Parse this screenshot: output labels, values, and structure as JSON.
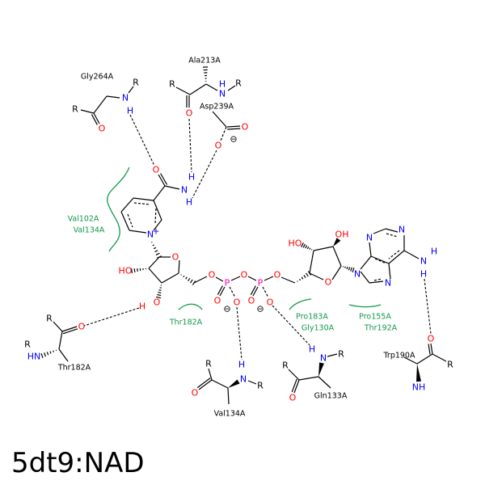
{
  "title": "5dt9:NAD",
  "colors": {
    "carbon": "#000000",
    "oxygen": "#ff0000",
    "nitrogen": "#0000ff",
    "phosphorus": "#ff00aa",
    "hydrophobic": "#129a4a"
  },
  "residues": [
    "Gly264A",
    "Ala213A",
    "Asp239A",
    "Thr182A",
    "Val134A",
    "Gln133A",
    "Trp190A"
  ],
  "hydrophobic_labels": [
    "Val102A",
    "Val134A",
    "Thr182A",
    "Pro183A",
    "Gly130A",
    "Pro155A",
    "Thr192A"
  ],
  "atoms": [
    {
      "s": "R",
      "e": "C"
    },
    {
      "s": "N",
      "e": "N"
    },
    {
      "s": "H",
      "e": "N"
    },
    {
      "s": "R",
      "e": "C"
    },
    {
      "s": "O",
      "e": "O"
    },
    {
      "s": "R",
      "e": "C"
    },
    {
      "s": "H",
      "e": "N"
    },
    {
      "s": "N",
      "e": "N"
    },
    {
      "s": "R",
      "e": "C"
    },
    {
      "s": "O",
      "e": "O"
    },
    {
      "s": "O",
      "e": "O"
    },
    {
      "s": "O",
      "e": "O"
    },
    {
      "s": "⊖",
      "e": "C"
    },
    {
      "s": "O",
      "e": "O"
    },
    {
      "s": "N",
      "e": "N"
    },
    {
      "s": "H",
      "e": "N"
    },
    {
      "s": "H",
      "e": "N"
    },
    {
      "s": "N",
      "e": "N"
    },
    {
      "s": "+",
      "e": "N"
    },
    {
      "s": "O",
      "e": "O"
    },
    {
      "s": "HO",
      "e": "O"
    },
    {
      "s": "O",
      "e": "O"
    },
    {
      "s": "H",
      "e": "O"
    },
    {
      "s": "O",
      "e": "O"
    },
    {
      "s": "P",
      "e": "P"
    },
    {
      "s": "O",
      "e": "O"
    },
    {
      "s": "P",
      "e": "P"
    },
    {
      "s": "O",
      "e": "O"
    },
    {
      "s": "O",
      "e": "O"
    },
    {
      "s": "O",
      "e": "O"
    },
    {
      "s": "⊖",
      "e": "C"
    },
    {
      "s": "O",
      "e": "O"
    },
    {
      "s": "O",
      "e": "O"
    },
    {
      "s": "⊖",
      "e": "C"
    },
    {
      "s": "O",
      "e": "O"
    },
    {
      "s": "HO",
      "e": "O"
    },
    {
      "s": "OH",
      "e": "O"
    },
    {
      "s": "N",
      "e": "N"
    },
    {
      "s": "N",
      "e": "N"
    },
    {
      "s": "N",
      "e": "N"
    },
    {
      "s": "N",
      "e": "N"
    },
    {
      "s": "N",
      "e": "N"
    },
    {
      "s": "H",
      "e": "N"
    },
    {
      "s": "H",
      "e": "N"
    },
    {
      "s": "R",
      "e": "C"
    },
    {
      "s": "O",
      "e": "O"
    },
    {
      "s": "HN",
      "e": "N"
    },
    {
      "s": "R",
      "e": "C"
    },
    {
      "s": "R",
      "e": "C"
    },
    {
      "s": "H",
      "e": "N"
    },
    {
      "s": "N",
      "e": "N"
    },
    {
      "s": "R",
      "e": "C"
    },
    {
      "s": "O",
      "e": "O"
    },
    {
      "s": "H",
      "e": "N"
    },
    {
      "s": "N",
      "e": "N"
    },
    {
      "s": "R",
      "e": "C"
    },
    {
      "s": "R",
      "e": "C"
    },
    {
      "s": "O",
      "e": "O"
    },
    {
      "s": "O",
      "e": "O"
    },
    {
      "s": "R",
      "e": "C"
    },
    {
      "s": "NH",
      "e": "N"
    }
  ]
}
